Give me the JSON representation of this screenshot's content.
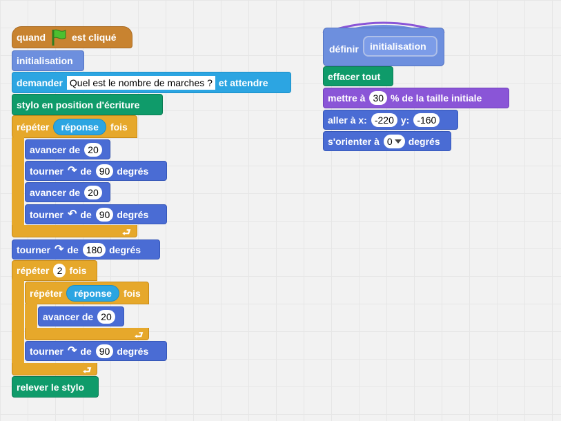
{
  "script_main": {
    "when_flag_clicked": {
      "prefix": "quand",
      "suffix": "est cliqué"
    },
    "init_call": {
      "label": "initialisation"
    },
    "ask": {
      "label": "demander",
      "question": "Quel est le nombre de marches ?",
      "suffix": "et attendre"
    },
    "pen_down": {
      "label": "stylo en position d'écriture"
    },
    "repeat1": {
      "label": "répéter",
      "reporter": "réponse",
      "suffix": "fois"
    },
    "move1": {
      "label": "avancer de",
      "value": "20"
    },
    "turn_right1": {
      "label": "tourner",
      "of": "de",
      "value": "90",
      "unit": "degrés"
    },
    "move2": {
      "label": "avancer de",
      "value": "20"
    },
    "turn_left1": {
      "label": "tourner",
      "of": "de",
      "value": "90",
      "unit": "degrés"
    },
    "turn_right_180": {
      "label": "tourner",
      "of": "de",
      "value": "180",
      "unit": "degrés"
    },
    "repeat2": {
      "label": "répéter",
      "value": "2",
      "suffix": "fois"
    },
    "repeat3": {
      "label": "répéter",
      "reporter": "réponse",
      "suffix": "fois"
    },
    "move3": {
      "label": "avancer de",
      "value": "20"
    },
    "turn_right2": {
      "label": "tourner",
      "of": "de",
      "value": "90",
      "unit": "degrés"
    },
    "pen_up": {
      "label": "relever le stylo"
    }
  },
  "script_define": {
    "define": {
      "label": "définir",
      "name": "initialisation"
    },
    "clear": {
      "label": "effacer tout"
    },
    "set_size": {
      "label": "mettre à",
      "value": "30",
      "suffix": "% de la taille initiale"
    },
    "goto": {
      "label": "aller à x:",
      "x": "-220",
      "ylabel": "y:",
      "y": "-160"
    },
    "point": {
      "label": "s'orienter à",
      "value": "0",
      "suffix": "degrés"
    }
  },
  "colors": {
    "events": "#c88330",
    "more_blocks": "#6d8fde",
    "sensing": "#2ca5e2",
    "pen": "#0f9b6a",
    "control": "#e6a82b",
    "motion": "#4a6cd4",
    "looks": "#8a55d7"
  }
}
